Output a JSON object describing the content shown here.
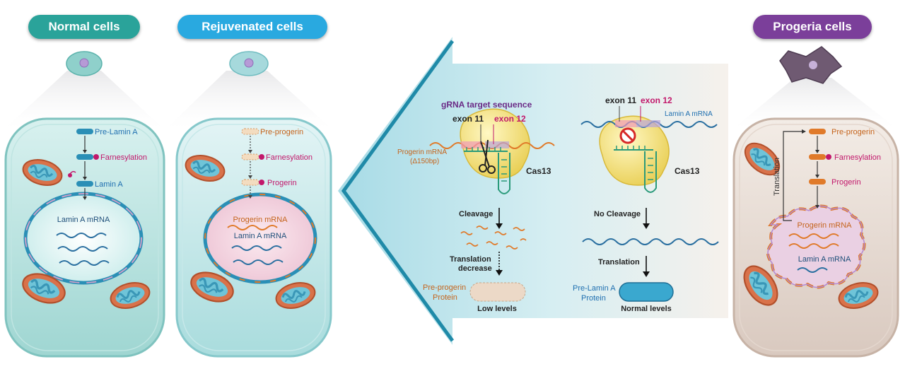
{
  "headers": {
    "normal": "Normal cells",
    "rejuvenated": "Rejuvenated cells",
    "progeria": "Progeria cells"
  },
  "normal_cell": {
    "pre_lamin_a": "Pre-Lamin A",
    "farnesylation": "Farnesylation",
    "lamin_a": "Lamin A",
    "lamin_a_mrna": "Lamin A mRNA"
  },
  "rejuvenated_cell": {
    "pre_progerin": "Pre-progerin",
    "farnesylation": "Farnesylation",
    "progerin": "Progerin",
    "progerin_mrna": "Progerin mRNA",
    "lamin_a_mrna": "Lamin A mRNA"
  },
  "progeria_cell": {
    "pre_progerin": "Pre-progerin",
    "farnesylation": "Farnesylation",
    "progerin": "Progerin",
    "translation": "Translation",
    "progerin_mrna": "Progerin mRNA",
    "lamin_a_mrna": "Lamin A mRNA"
  },
  "mechanism_left": {
    "gRNA_target_sequence": "gRNA target sequence",
    "exon11": "exon 11",
    "exon12": "exon 12",
    "progerin_mrna": "Progerin mRNA",
    "progerin_mrna_sub": "(Δ150bp)",
    "cas13": "Cas13",
    "cleavage": "Cleavage",
    "translation_decrease_1": "Translation",
    "translation_decrease_2": "decrease",
    "protein_line1": "Pre-progerin",
    "protein_line2": "Protein",
    "level": "Low levels"
  },
  "mechanism_right": {
    "exon11": "exon 11",
    "exon12": "exon 12",
    "lamin_a_mrna": "Lamin A mRNA",
    "cas13": "Cas13",
    "no_cleavage": "No Cleavage",
    "translation": "Translation",
    "protein_line1": "Pre-Lamin A",
    "protein_line2": "Protein",
    "level": "Normal levels"
  },
  "colors": {
    "normal_header": "#2aa39a",
    "rejuvenated_header": "#29a9e0",
    "progeria_header": "#7b3f9a",
    "progerin_orange": "#e07a2a",
    "lamin_blue": "#2a8fb6",
    "magenta": "#c2186b",
    "cas13_yellow": "#f5e27a",
    "rna_green": "#2a9a7a"
  }
}
